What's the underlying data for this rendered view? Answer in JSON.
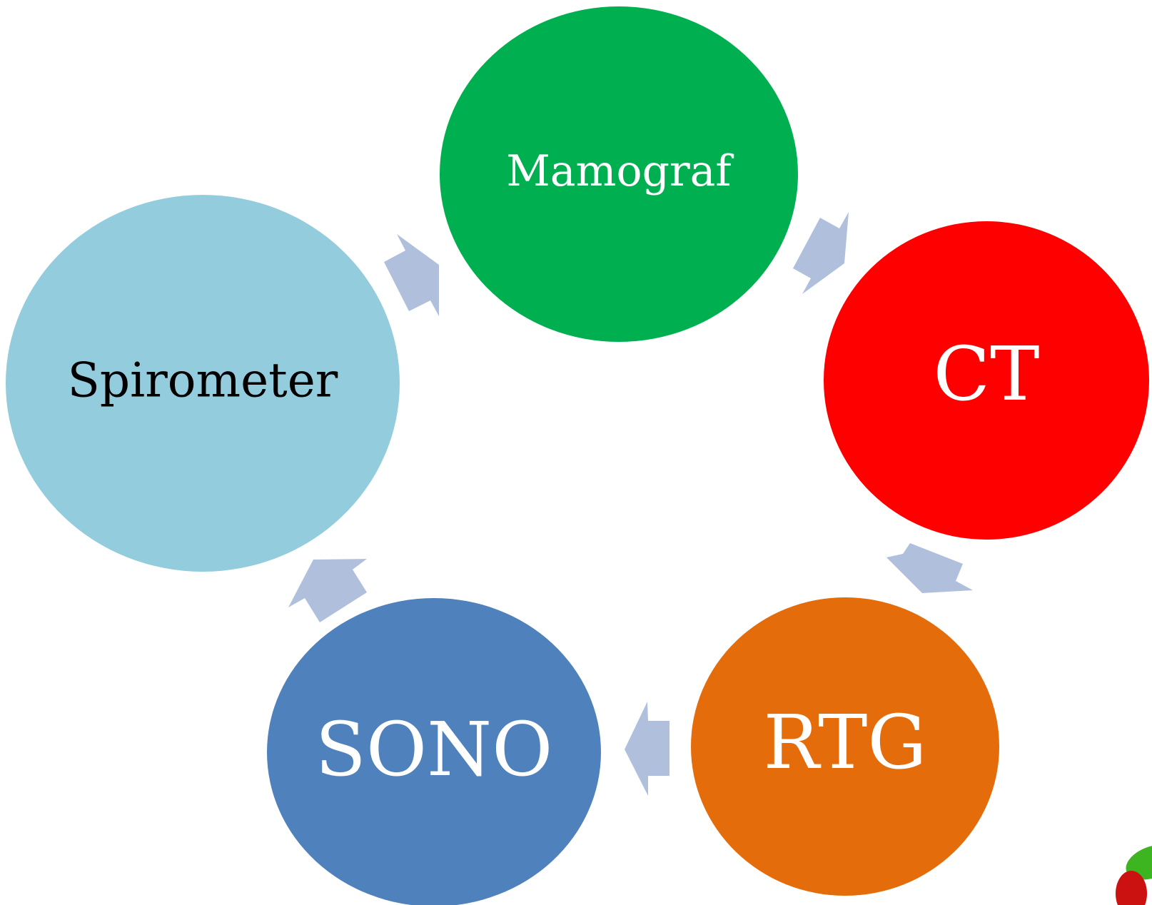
{
  "diagram": {
    "type": "cycle",
    "nodes": [
      {
        "id": "mamograf",
        "label": "Mamograf",
        "color": "#00b050",
        "text_color": "#ffffff"
      },
      {
        "id": "ct",
        "label": "CT",
        "color": "#ff0000",
        "text_color": "#ffffff"
      },
      {
        "id": "rtg",
        "label": "RTG",
        "color": "#e46c0a",
        "text_color": "#ffffff"
      },
      {
        "id": "sono",
        "label": "SONO",
        "color": "#4f81bd",
        "text_color": "#ffffff"
      },
      {
        "id": "spirometer",
        "label": "Spirometer",
        "color": "#93cddd",
        "text_color": "#000000"
      }
    ],
    "edges": [
      {
        "from": "mamograf",
        "to": "ct"
      },
      {
        "from": "ct",
        "to": "rtg"
      },
      {
        "from": "rtg",
        "to": "sono"
      },
      {
        "from": "sono",
        "to": "spirometer"
      },
      {
        "from": "spirometer",
        "to": "mamograf"
      }
    ],
    "arrow_color": "#b0c0dc"
  },
  "logo": {
    "icon": "fruit-logo-icon",
    "colors": [
      "#3cb521",
      "#cc1111"
    ]
  }
}
